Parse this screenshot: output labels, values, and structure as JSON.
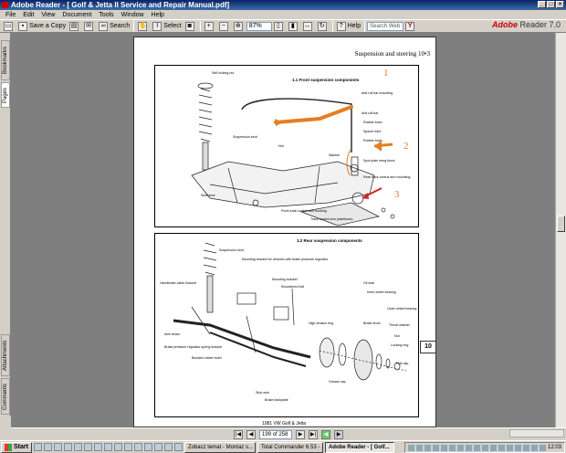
{
  "window": {
    "title": "Adobe Reader - [ Golf & Jetta II Service and Repair Manual.pdf]"
  },
  "menu": [
    "File",
    "Edit",
    "View",
    "Document",
    "Tools",
    "Window",
    "Help"
  ],
  "toolbar": {
    "save_copy": "Save a Copy",
    "search": "Search",
    "select": "Select",
    "zoom_value": "87%",
    "help": "Help",
    "search_web": "Search Web"
  },
  "brand": {
    "name": "Adobe",
    "product": "Reader 7.0"
  },
  "sidebar_tabs": [
    "Bookmarks",
    "Pages",
    "Attachments",
    "Comments"
  ],
  "document": {
    "header": "Suspension and steering  10•3",
    "section_number": "10",
    "footer": "1081 VW Golf & Jetta",
    "fig1": {
      "caption": "1.1  Front suspension components",
      "labels": [
        "Self locking nut",
        "Anti-roll bar mounting",
        "Anti-roll bar",
        "Rubber bush",
        "Spacer tube",
        "Rubber bush",
        "Washer",
        "Spot plate mtng block",
        "Rear track control arm mounting",
        "Suspension strut",
        "Nut",
        "Subframe",
        "Front track control arm bushing",
        "Track control arm (wishbone)"
      ],
      "annotations": [
        "1",
        "2",
        "3"
      ]
    },
    "fig2": {
      "caption": "1.2  Rear suspension components",
      "labels": [
        "Suspension strut",
        "Mounting bracket for vehicles with brake pressure regulator",
        "Handbrake cable bracket",
        "Mounting bracket",
        "Shouldered bolt",
        "Axle beam",
        "Brake pressure regulator spring bracket",
        "Bonded rubber bush",
        "Stub axle",
        "Brake backplate",
        "High-tension ring",
        "Oil seal",
        "Inner wheel bearing",
        "Brake drum",
        "Outer wheel bearing",
        "Thrust washer",
        "Nut",
        "Locking ring",
        "Hub cap",
        "Grease cap"
      ]
    }
  },
  "nav": {
    "page_display": "199 of 258"
  },
  "taskbar": {
    "start": "Start",
    "tasks": [
      "Zobacz temat - Montaz s...",
      "Total Commander 6.53 - ...",
      "Adobe Reader - [ Golf..."
    ],
    "clock": "12:03"
  },
  "colors": {
    "annotation_orange": "#e67e22",
    "annotation_red": "#d42020",
    "titlebar": "#0a246a"
  }
}
